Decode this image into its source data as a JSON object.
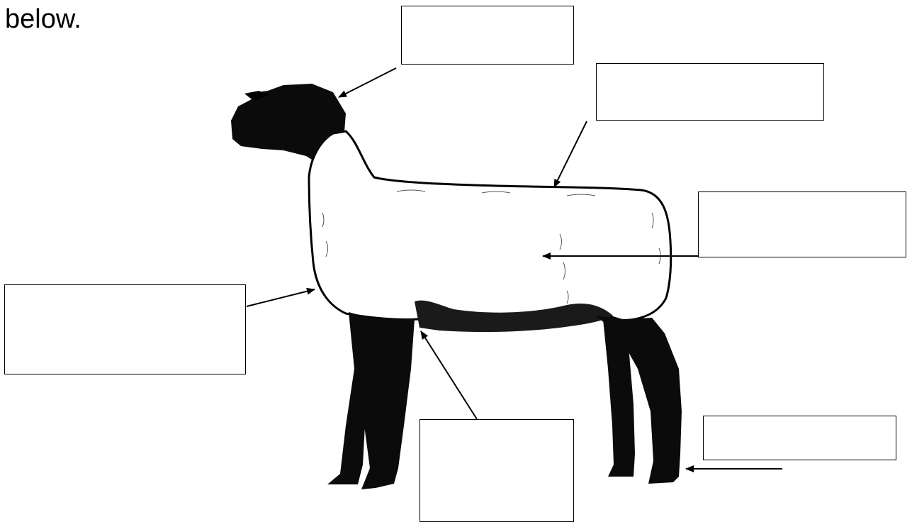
{
  "intro": {
    "text": "below."
  },
  "label_boxes": [
    {
      "id": "head",
      "text": ""
    },
    {
      "id": "back",
      "text": ""
    },
    {
      "id": "side",
      "text": ""
    },
    {
      "id": "chest",
      "text": ""
    },
    {
      "id": "underline",
      "text": ""
    },
    {
      "id": "hoof",
      "text": ""
    }
  ],
  "colors": {
    "ink": "#000000",
    "paper": "#ffffff"
  }
}
